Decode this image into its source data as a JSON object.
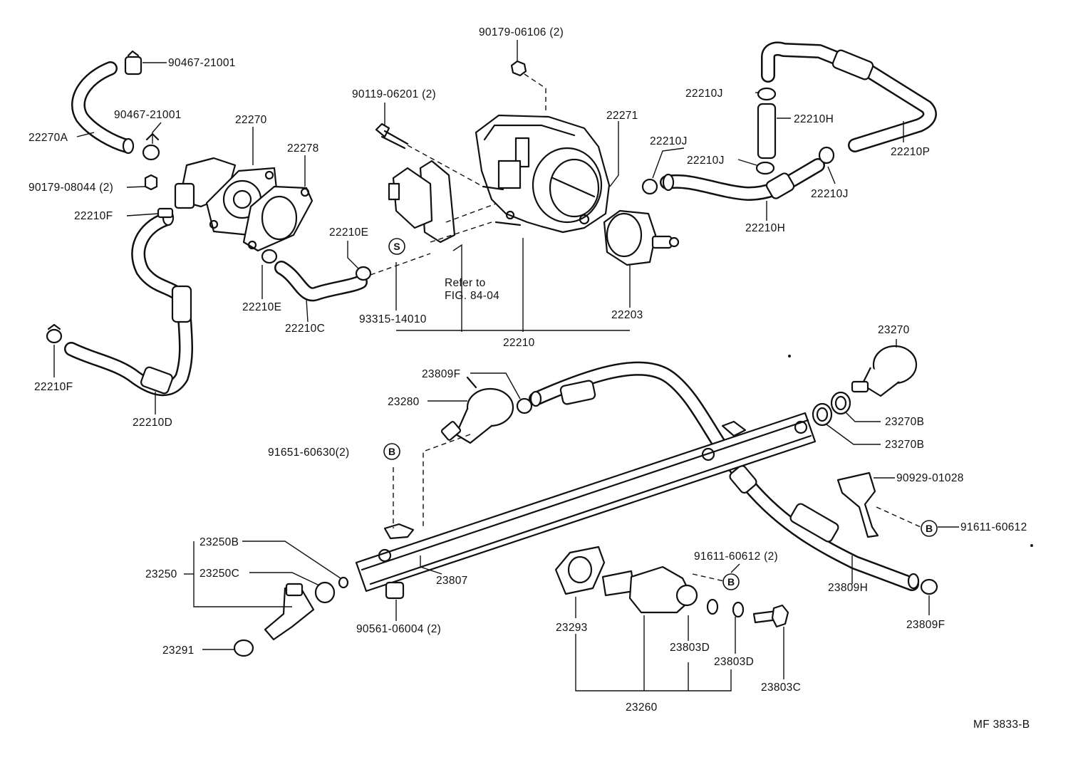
{
  "diagram_code": "MF 3833-B",
  "colors": {
    "ink": "#111111",
    "paper": "#ffffff"
  },
  "notes": {
    "refer_1": "Refer to",
    "refer_2": "FIG. 84-04"
  },
  "symbols": {
    "s": "S",
    "b": "B"
  },
  "labels": {
    "p90467_21001_a": "90467-21001",
    "p90467_21001_b": "90467-21001",
    "p22270A": "22270A",
    "p90179_08044": "90179-08044 (2)",
    "p22210F_top": "22210F",
    "p22270": "22270",
    "p22278": "22278",
    "p22210E_right": "22210E",
    "p22210E_left": "22210E",
    "p22210C": "22210C",
    "p22210F_bottom": "22210F",
    "p22210D": "22210D",
    "p90179_06106": "90179-06106 (2)",
    "p90119_06201": "90119-06201 (2)",
    "p22271": "22271",
    "p93315_14010": "93315-14010",
    "p22210": "22210",
    "p22203": "22203",
    "p22210J_a": "22210J",
    "p22210H_top": "22210H",
    "p22210J_b": "22210J",
    "p22210J_c": "22210J",
    "p22210J_d": "22210J",
    "p22210P": "22210P",
    "p22210H_bottom": "22210H",
    "p23270": "23270",
    "p23809F_top": "23809F",
    "p23280": "23280",
    "p23270B_a": "23270B",
    "p23270B_b": "23270B",
    "p91651_60630": "91651-60630(2)",
    "p90929_01028": "90929-01028",
    "p91611_60612_right": "91611-60612",
    "p91611_60612_mid": "91611-60612 (2)",
    "p23250B": "23250B",
    "p23250": "23250",
    "p23250C": "23250C",
    "p23291": "23291",
    "p23807": "23807",
    "p90561_06004": "90561-06004 (2)",
    "p23293": "23293",
    "p23809H": "23809H",
    "p23809F_bottom": "23809F",
    "p23803D_a": "23803D",
    "p23803D_b": "23803D",
    "p23803C": "23803C",
    "p23260": "23260"
  }
}
